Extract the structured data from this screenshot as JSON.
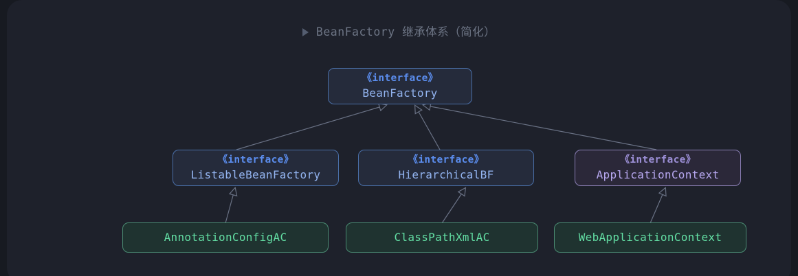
{
  "diagram": {
    "title": "BeanFactory 继承体系（简化）",
    "caret_icon": "triangle-right-icon",
    "background_color": "#171a21",
    "panel_color": "#1e212b",
    "edge_color": "#6a7285",
    "colors": {
      "interface_border": "#4a6fa8",
      "interface_text": "#93b4f0",
      "stereotype_text": "#5b8dee",
      "context_border": "#8b7fb5",
      "context_text": "#b7a8f0",
      "impl_border": "#4a8a72",
      "impl_text": "#63dfa4"
    },
    "nodes": [
      {
        "id": "beanfactory",
        "stereotype": "《interface》",
        "name": "BeanFactory",
        "kind": "interface"
      },
      {
        "id": "listable",
        "stereotype": "《interface》",
        "name": "ListableBeanFactory",
        "kind": "interface"
      },
      {
        "id": "hierarchical",
        "stereotype": "《interface》",
        "name": "HierarchicalBF",
        "kind": "interface"
      },
      {
        "id": "applicationcontext",
        "stereotype": "《interface》",
        "name": "ApplicationContext",
        "kind": "interface-context"
      },
      {
        "id": "annotationconfig",
        "stereotype": "",
        "name": "AnnotationConfigAC",
        "kind": "implementation"
      },
      {
        "id": "classpathxml",
        "stereotype": "",
        "name": "ClassPathXmlAC",
        "kind": "implementation"
      },
      {
        "id": "webapplication",
        "stereotype": "",
        "name": "WebApplicationContext",
        "kind": "implementation"
      }
    ],
    "edges": [
      {
        "from": "listable",
        "to": "beanfactory",
        "type": "inheritance"
      },
      {
        "from": "hierarchical",
        "to": "beanfactory",
        "type": "inheritance"
      },
      {
        "from": "applicationcontext",
        "to": "beanfactory",
        "type": "inheritance"
      },
      {
        "from": "annotationconfig",
        "to": "listable",
        "type": "inheritance"
      },
      {
        "from": "classpathxml",
        "to": "hierarchical",
        "type": "inheritance"
      },
      {
        "from": "webapplication",
        "to": "applicationcontext",
        "type": "inheritance"
      }
    ]
  }
}
